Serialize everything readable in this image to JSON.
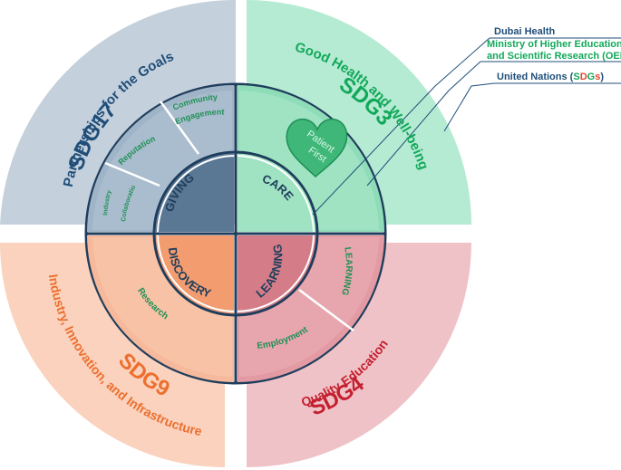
{
  "quadrants": {
    "sdg17": {
      "code": "SDG17",
      "title": "Partnerships for the Goals",
      "color": "#c4d0db",
      "text_color": "#1f4e79"
    },
    "sdg3": {
      "code": "SDG3",
      "title": "Good Health and Well-being",
      "color": "#b6ebd3",
      "text_color": "#12a85a"
    },
    "sdg9": {
      "code": "SDG9",
      "title": "Industry, Innovation, and Infrastructure",
      "color": "#fad2bd",
      "text_color": "#ec6f2f"
    },
    "sdg4": {
      "code": "SDG4",
      "title": "Quality Education",
      "color": "#efc2c8",
      "text_color": "#c4202f"
    }
  },
  "inner_ring": {
    "giving": {
      "items": [
        "Community Engagement",
        "Reputation",
        "Industry Collaboration"
      ]
    },
    "care": {
      "items": [
        "Patient First"
      ]
    },
    "discovery": {
      "items": [
        "Research"
      ]
    },
    "learning": {
      "items": [
        "LEARNING",
        "Employment"
      ]
    }
  },
  "inner_segments": {
    "community_line1": "Community",
    "community_line2": "Engagement",
    "reputation": "Reputation",
    "industry": "Industry",
    "collaboration": "Collaboration",
    "patient_line1": "Patient",
    "patient_line2": "First",
    "research": "Research",
    "learning_inner": "LEARNING",
    "employment": "Employment"
  },
  "core": {
    "giving": "GIVING",
    "care": "CARE",
    "discovery": "DISCOVERY",
    "learning": "LEARNING"
  },
  "legend": {
    "items": [
      {
        "label": "Dubai Health",
        "color": "#1f4e79"
      },
      {
        "label": "Ministry of Higher Education",
        "color": "#12a85a"
      },
      {
        "label": "and Scientific Research (OEF)",
        "color": "#12a85a"
      }
    ],
    "un_prefix": "United Nations (",
    "un_s": "S",
    "un_d": "D",
    "un_g": "G",
    "un_s2": "s",
    "un_suffix": ")"
  },
  "colors": {
    "navy": "#1f4e79",
    "green": "#12a85a",
    "orange": "#ec6f2f",
    "red": "#c4202f",
    "un_d": "#e8442c"
  }
}
